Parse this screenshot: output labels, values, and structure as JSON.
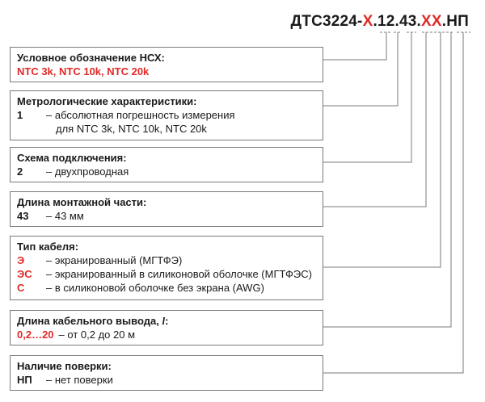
{
  "designation": {
    "parts": [
      "ДТС3224-",
      "Х",
      ".12.43.",
      "ХХ",
      ".НП"
    ]
  },
  "sections": [
    {
      "title": "Условное обозначение НСХ:",
      "note": "NTC 3k, NTC 10k, NTC 20k"
    },
    {
      "title": "Метрологические характеристики:",
      "rows": [
        {
          "key": "1",
          "value": "– абсолютная погрешность измерения",
          "value2": "для NTC 3k, NTC 10k, NTC 20k"
        }
      ]
    },
    {
      "title": "Схема подключения:",
      "rows": [
        {
          "key": "2",
          "value": "– двухпроводная"
        }
      ]
    },
    {
      "title": "Длина монтажной части:",
      "rows": [
        {
          "key": "43",
          "value": "– 43 мм"
        }
      ]
    },
    {
      "title": "Тип кабеля:",
      "rows": [
        {
          "key": "Э",
          "value": "– экранированный (МГТФЭ)"
        },
        {
          "key": "ЭС",
          "value": "– экранированный в силиконовой оболочке (МГТФЭС)"
        },
        {
          "key": "С",
          "value": "– в силиконовой оболочке без экрана (AWG)"
        }
      ]
    },
    {
      "title": "Длина кабельного вывода,",
      "title_var": "l",
      "title_end": ":",
      "rows": [
        {
          "key": "0,2…20",
          "value": "– от 0,2 до 20 м"
        }
      ]
    },
    {
      "title": "Наличие поверки:",
      "rows": [
        {
          "key": "НП",
          "value": "– нет поверки"
        }
      ]
    }
  ],
  "colors": {
    "accent": "#e02a27",
    "border": "#7a7a7a",
    "text": "#1a1a1a"
  }
}
